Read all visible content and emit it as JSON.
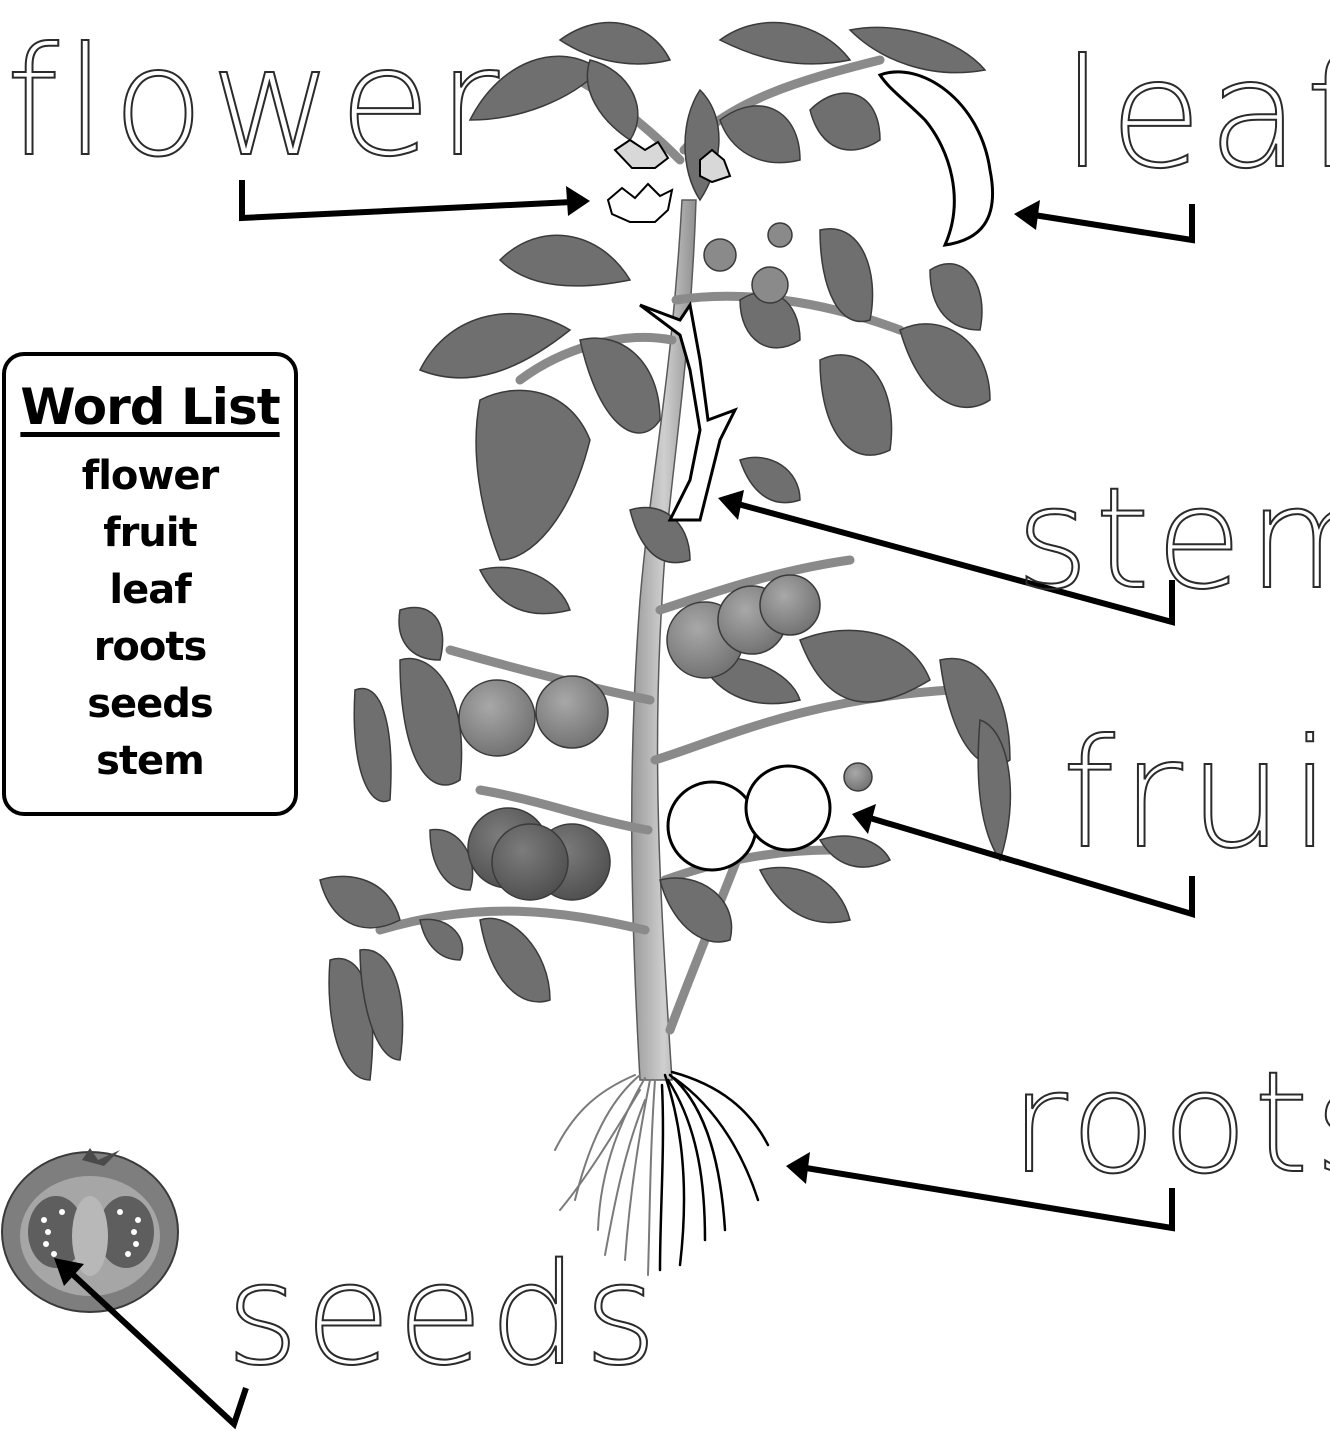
{
  "labels": {
    "flower": "flower",
    "leaf": "leaf",
    "stem": "stem",
    "fruit": "fruit",
    "roots": "roots",
    "seeds": "seeds"
  },
  "word_list": {
    "title": "Word List",
    "items": [
      "flower",
      "fruit",
      "leaf",
      "roots",
      "seeds",
      "stem"
    ]
  },
  "colors": {
    "ink": "#000000",
    "trace": "#2b2b2b",
    "leaf_fill": "#6f6f6f",
    "stem_fill": "#b5b5b5",
    "fruit_fill": "#8e8e8e",
    "paper": "#ffffff"
  }
}
